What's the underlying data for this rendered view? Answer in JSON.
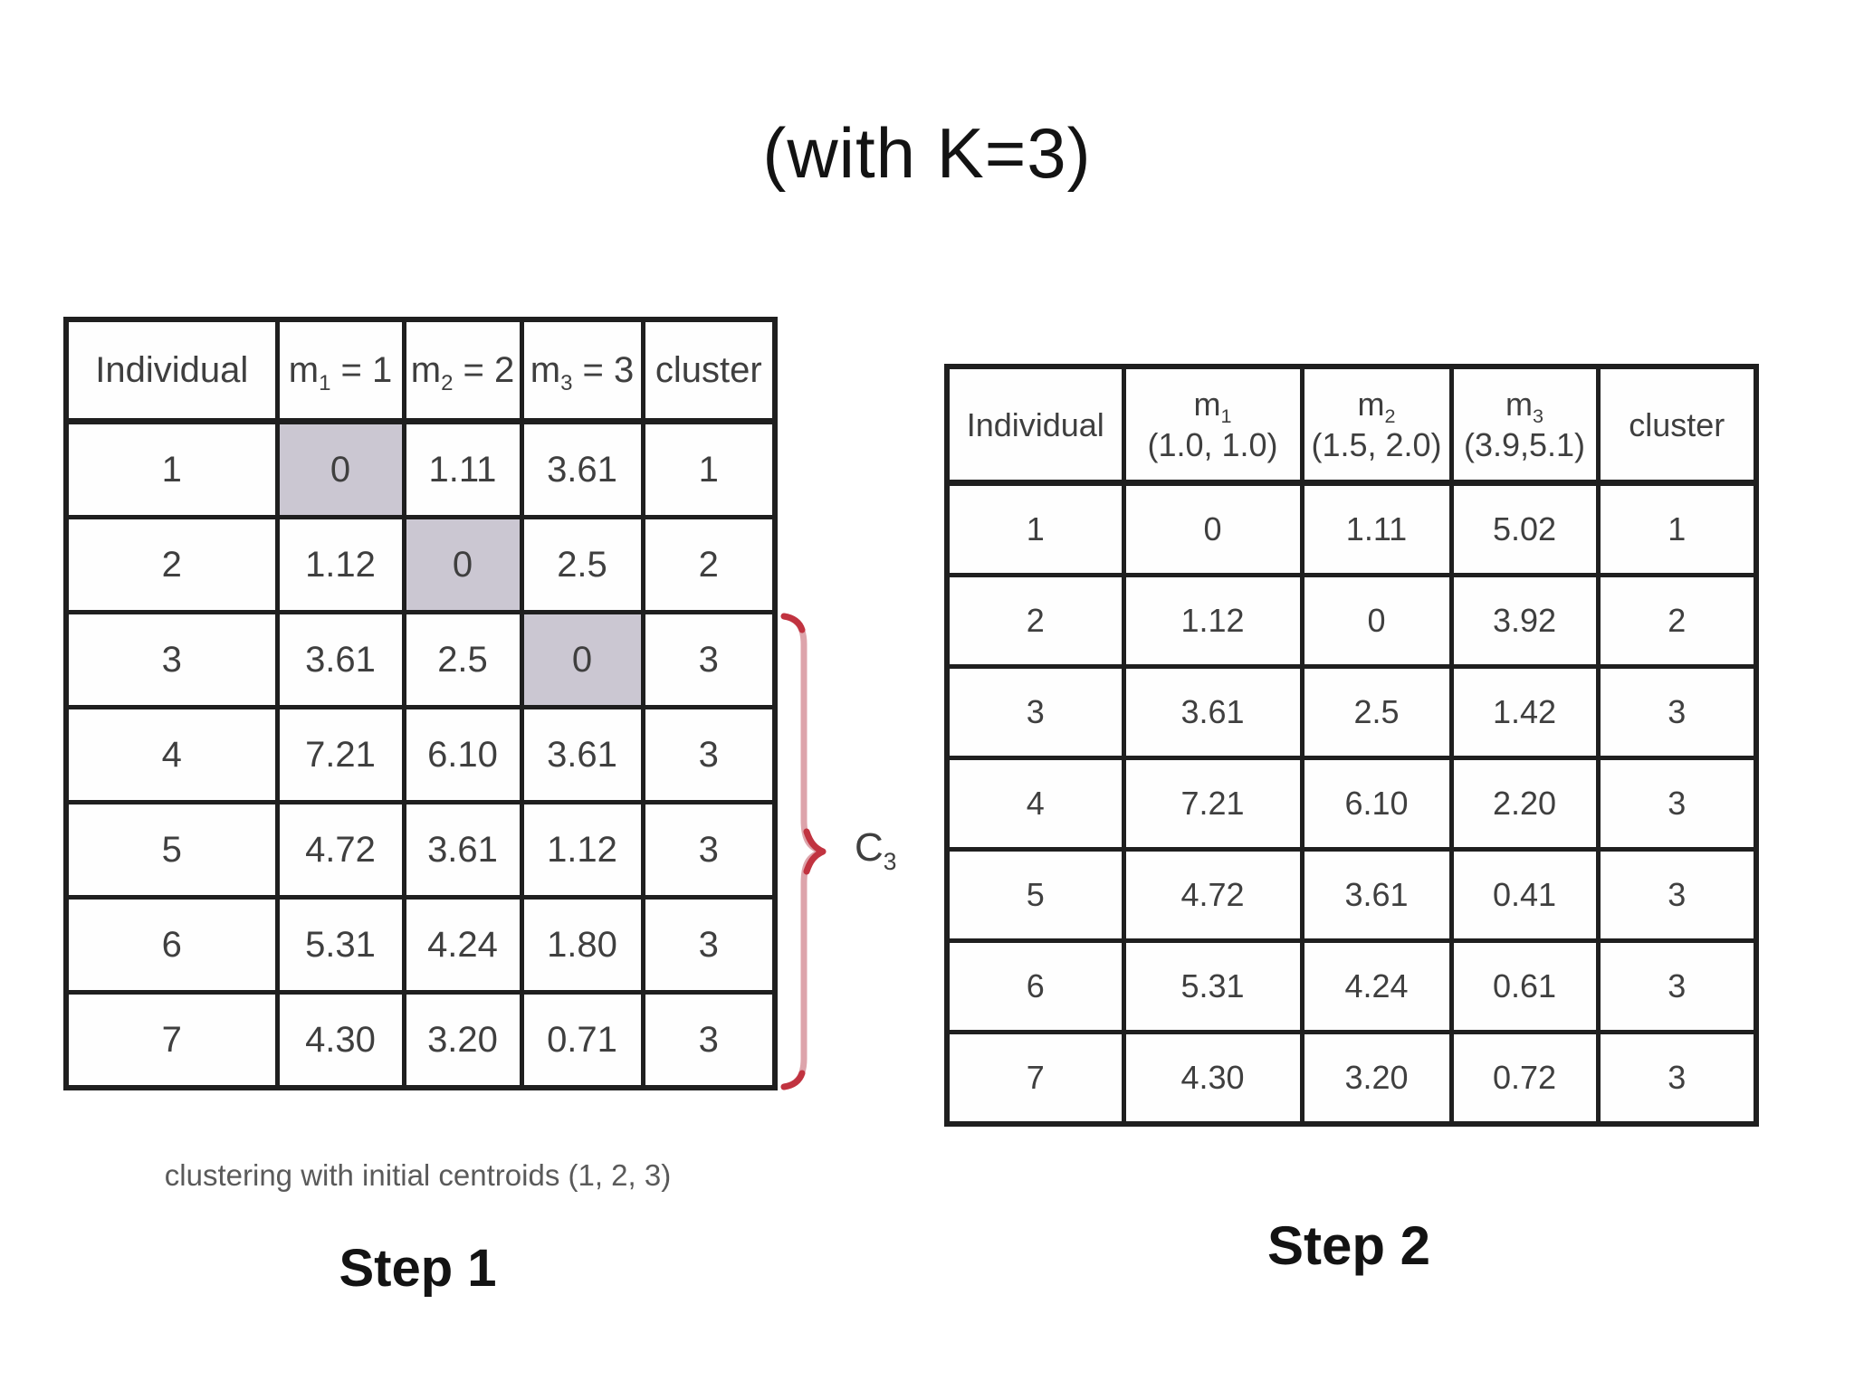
{
  "title": "(with K=3)",
  "step1": {
    "label": "Step 1",
    "caption": "clustering with initial centroids (1, 2, 3)",
    "brace_label": "C_3",
    "table": {
      "headers": [
        "Individual",
        "m_1 = 1",
        "m_2 = 2",
        "m_3 = 3",
        "cluster"
      ],
      "rows": [
        {
          "cells": [
            "1",
            "0",
            "1.11",
            "3.61",
            "1"
          ],
          "highlight_col": 1
        },
        {
          "cells": [
            "2",
            "1.12",
            "0",
            "2.5",
            "2"
          ],
          "highlight_col": 2
        },
        {
          "cells": [
            "3",
            "3.61",
            "2.5",
            "0",
            "3"
          ],
          "highlight_col": 3
        },
        {
          "cells": [
            "4",
            "7.21",
            "6.10",
            "3.61",
            "3"
          ],
          "highlight_col": -1
        },
        {
          "cells": [
            "5",
            "4.72",
            "3.61",
            "1.12",
            "3"
          ],
          "highlight_col": -1
        },
        {
          "cells": [
            "6",
            "5.31",
            "4.24",
            "1.80",
            "3"
          ],
          "highlight_col": -1
        },
        {
          "cells": [
            "7",
            "4.30",
            "3.20",
            "0.71",
            "3"
          ],
          "highlight_col": -1
        }
      ]
    }
  },
  "step2": {
    "label": "Step 2",
    "table": {
      "headers": [
        "Individual",
        "m_1|(1.0, 1.0)",
        "m_2|(1.5, 2.0)",
        "m_3|(3.9,5.1)",
        "cluster"
      ],
      "rows": [
        {
          "cells": [
            "1",
            "0",
            "1.11",
            "5.02",
            "1"
          ],
          "highlight_col": -1
        },
        {
          "cells": [
            "2",
            "1.12",
            "0",
            "3.92",
            "2"
          ],
          "highlight_col": -1
        },
        {
          "cells": [
            "3",
            "3.61",
            "2.5",
            "1.42",
            "3"
          ],
          "highlight_col": -1
        },
        {
          "cells": [
            "4",
            "7.21",
            "6.10",
            "2.20",
            "3"
          ],
          "highlight_col": -1
        },
        {
          "cells": [
            "5",
            "4.72",
            "3.61",
            "0.41",
            "3"
          ],
          "highlight_col": -1
        },
        {
          "cells": [
            "6",
            "5.31",
            "4.24",
            "0.61",
            "3"
          ],
          "highlight_col": -1
        },
        {
          "cells": [
            "7",
            "4.30",
            "3.20",
            "0.72",
            "3"
          ],
          "highlight_col": -1
        }
      ]
    }
  },
  "colors": {
    "table_border": "#1f1f1f",
    "table_text": "#3f3f3f",
    "highlight_cell": "#cbc7d2",
    "brace": "#dda4ab",
    "brace_accent": "#c13340",
    "heading_text": "#131313",
    "caption_text": "#5a5a5a"
  }
}
